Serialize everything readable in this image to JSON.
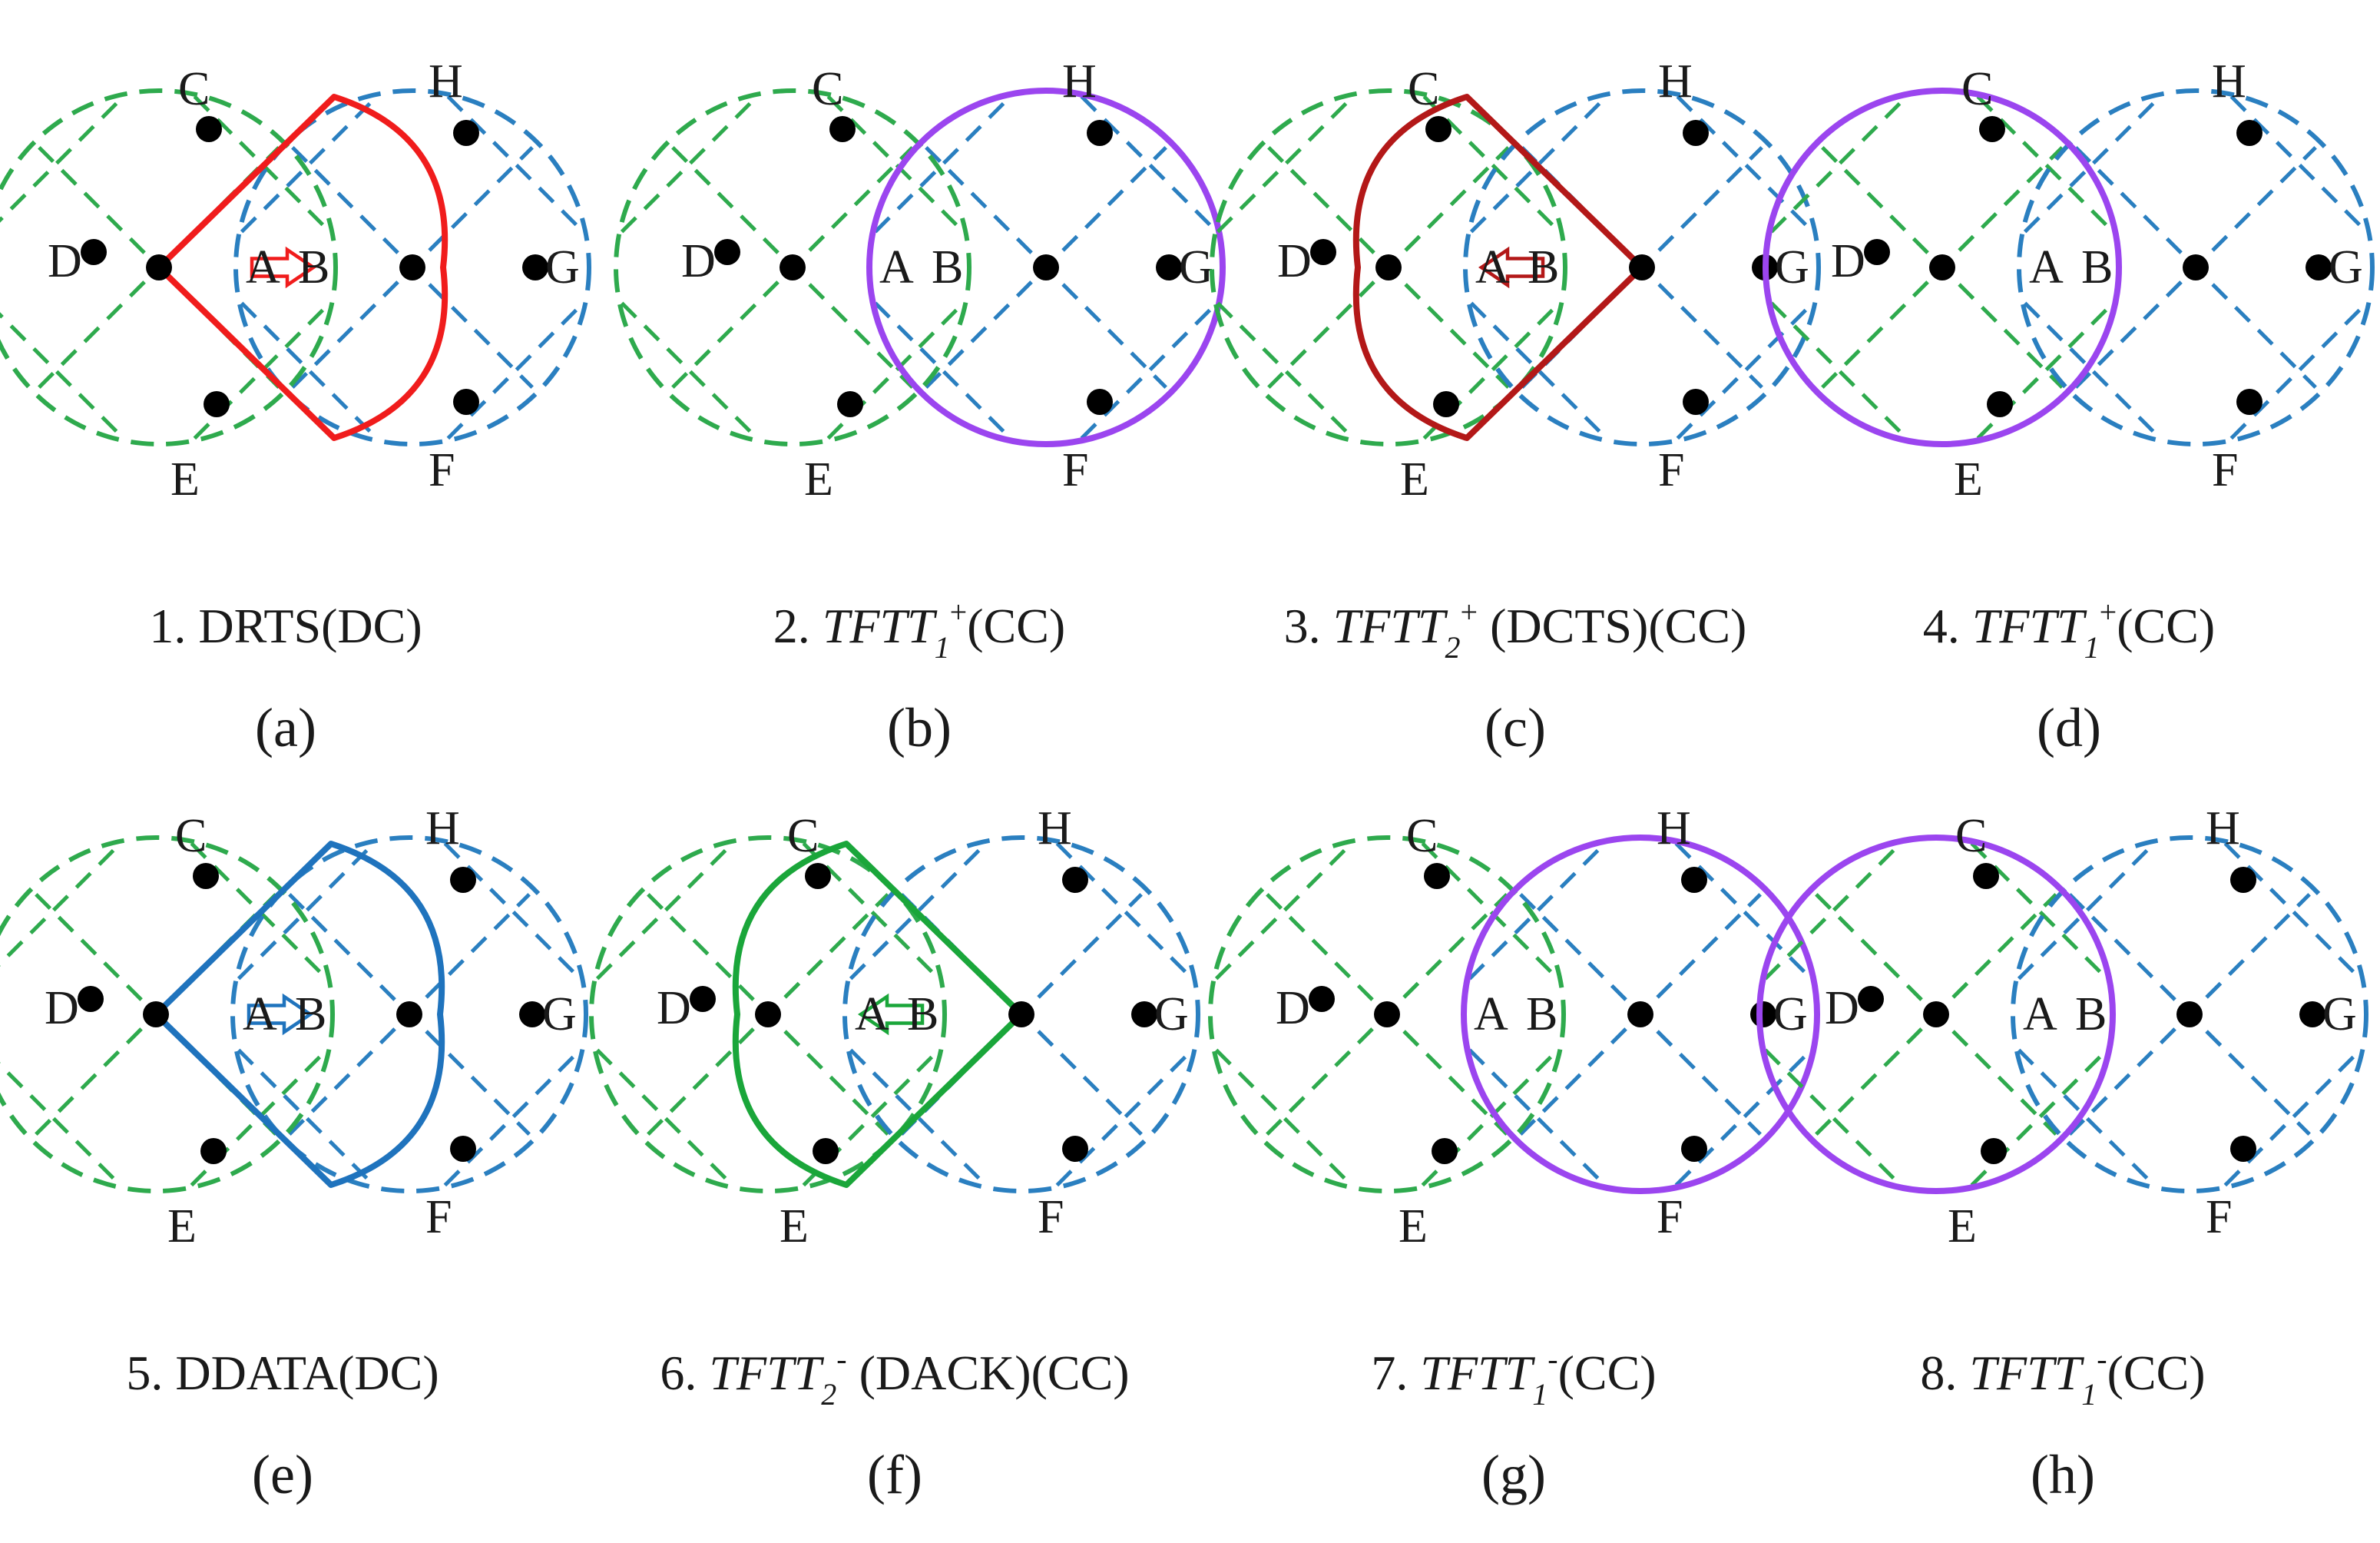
{
  "colors": {
    "dashed_left": "#2eaa4d",
    "dashed_right": "#2a7fc0",
    "purple": "#9b45ef",
    "red": "#f01c1c",
    "dark_red": "#b31818",
    "blue": "#1f73bd",
    "green": "#1aa63a",
    "node": "#000000"
  },
  "node_labels": {
    "A": "A",
    "B": "B",
    "C": "C",
    "D": "D",
    "E": "E",
    "F": "F",
    "G": "G",
    "H": "H"
  },
  "panels": [
    {
      "id": "a",
      "caption": {
        "num": "1. ",
        "italic": "",
        "sup": "",
        "sub": "",
        "rest": "DRTS(DC)"
      },
      "letter": "(a)",
      "shape": "cone",
      "color_key": "red",
      "center": "A",
      "dir": "right",
      "arrow": "right"
    },
    {
      "id": "b",
      "caption": {
        "num": "2. ",
        "italic": "TFTT",
        "sub": "1",
        "sup": "+",
        "rest": "(CC)"
      },
      "letter": "(b)",
      "shape": "circle",
      "color_key": "purple",
      "center": "B"
    },
    {
      "id": "c",
      "caption": {
        "num": "3. ",
        "italic": "TFTT",
        "sub": "2",
        "sup": "+",
        "rest": " (DCTS)(CC)"
      },
      "letter": "(c)",
      "shape": "cone",
      "color_key": "dark_red",
      "center": "B",
      "dir": "left",
      "arrow": "left"
    },
    {
      "id": "d",
      "caption": {
        "num": "4. ",
        "italic": "TFTT",
        "sub": "1",
        "sup": "+",
        "rest": "(CC)"
      },
      "letter": "(d)",
      "shape": "circle",
      "color_key": "purple",
      "center": "A"
    },
    {
      "id": "e",
      "caption": {
        "num": "5. ",
        "italic": "",
        "sup": "",
        "sub": "",
        "rest": "DDATA(DC)"
      },
      "letter": "(e)",
      "shape": "cone",
      "color_key": "blue",
      "center": "A",
      "dir": "right",
      "arrow": "right"
    },
    {
      "id": "f",
      "caption": {
        "num": "6. ",
        "italic": "TFTT",
        "sub": "2",
        "sup": "-",
        "rest": " (DACK)(CC)"
      },
      "letter": "(f)",
      "shape": "cone",
      "color_key": "green",
      "center": "B",
      "dir": "left",
      "arrow": "left"
    },
    {
      "id": "g",
      "caption": {
        "num": "7. ",
        "italic": "TFTT",
        "sub": "1",
        "sup": "-",
        "rest": "(CC)"
      },
      "letter": "(g)",
      "shape": "circle",
      "color_key": "purple",
      "center": "B"
    },
    {
      "id": "h",
      "caption": {
        "num": "8. ",
        "italic": "TFTT",
        "sub": "1",
        "sup": "-",
        "rest": "(CC)"
      },
      "letter": "(h)",
      "shape": "circle",
      "color_key": "purple",
      "center": "A"
    }
  ]
}
